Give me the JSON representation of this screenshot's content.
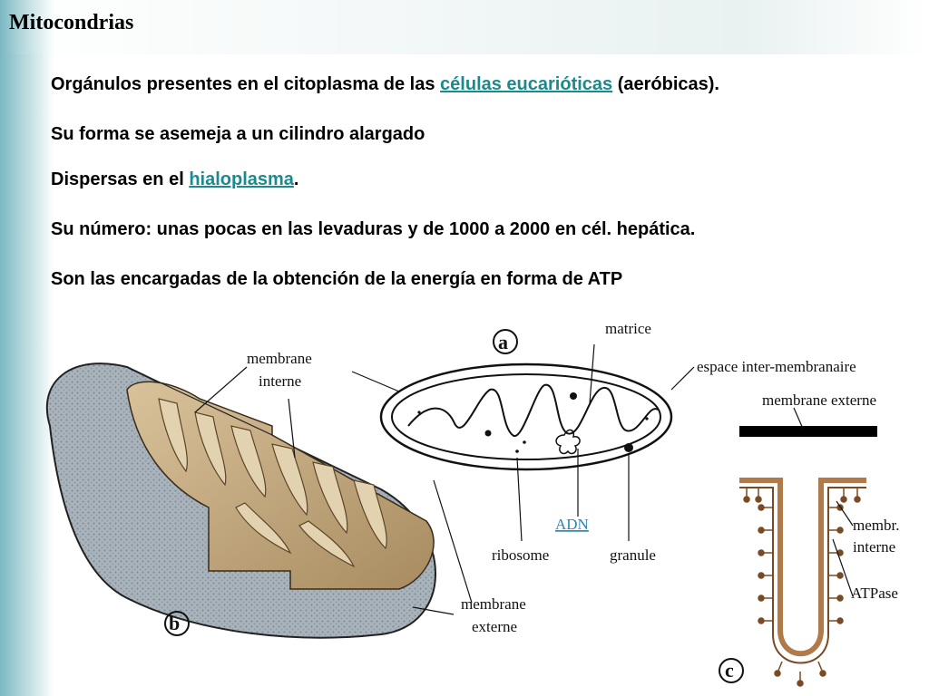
{
  "title": "Mitocondrias",
  "lines": {
    "l1": {
      "a": "Orgánulos presentes en el citoplasma de las ",
      "link": "células eucarióticas",
      "b": " (aeróbicas)."
    },
    "l2": {
      "a": "Su forma se asemeja a un cilindro alargado"
    },
    "l3": {
      "a": "Dispersas en el ",
      "link": "hialoplasma",
      "b": "."
    },
    "l4": {
      "a": "Su número: unas pocas en las levaduras y  de 1000 a 2000 en  cél. hepática."
    },
    "l5": {
      "a": "Son las encargadas de la obtención de la energía en forma de ATP"
    }
  },
  "figure": {
    "labels": {
      "a": "a",
      "b": "b",
      "c": "c",
      "matrice": "matrice",
      "espace": "espace inter-membranaire",
      "membrane_externe_c": "membrane externe",
      "membrane_interne_1": "membrane",
      "membrane_interne_2": "interne",
      "adn": "ADN",
      "ribosome": "ribosome",
      "granule": "granule",
      "membrane_externe_1": "membrane",
      "membrane_externe_2": "externe",
      "membr_interne_1": "membr.",
      "membr_interne_2": "interne",
      "atpase": "ATPase"
    },
    "colors": {
      "outer": "#8a95a0",
      "inner": "#c8b089",
      "crista": "#e3d2b0",
      "c_membrane": "#b07a4a",
      "link": "#1a8a8c"
    }
  }
}
